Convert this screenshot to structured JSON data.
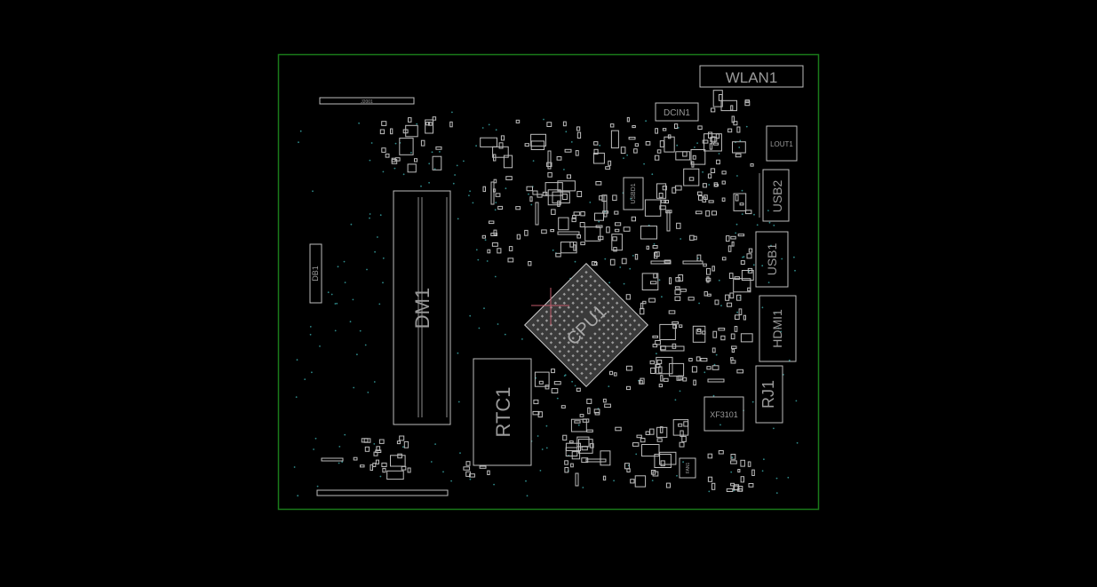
{
  "viewer": {
    "background": "#000000",
    "board_outline_color": "#1a7a1a",
    "part_color": "#bdbdbd",
    "label_color": "#9a9a9a",
    "via_color": "#2f8a8a",
    "crosshair_color": "#c05a6a"
  },
  "board": {
    "components": {
      "wlan": "WLAN1",
      "dcin": "DCIN1",
      "lout": "LOUT1",
      "usb2": "USB2",
      "usb1": "USB1",
      "usbd": "USBD1",
      "hdmi": "HDMI1",
      "rj": "RJ1",
      "xf": "XF3101",
      "fan": "FAN1",
      "db": "DB1",
      "dm": "DM1",
      "rtc": "RTC1",
      "cpu": "CPU1",
      "top_connector": "J2001"
    }
  }
}
